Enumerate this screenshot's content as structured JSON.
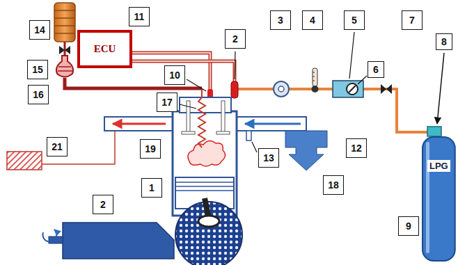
{
  "diagram": {
    "nodes": [
      {
        "text": [
          "ECU"
        ]
      },
      {
        "text": [
          "LPG"
        ]
      }
    ],
    "labels": [
      "14",
      "11",
      "2",
      "3",
      "4",
      "5",
      "6",
      "7",
      "8",
      "15",
      "10",
      "16",
      "17",
      "21",
      "19",
      "13",
      "18",
      "12",
      "1",
      "2",
      "9"
    ]
  }
}
